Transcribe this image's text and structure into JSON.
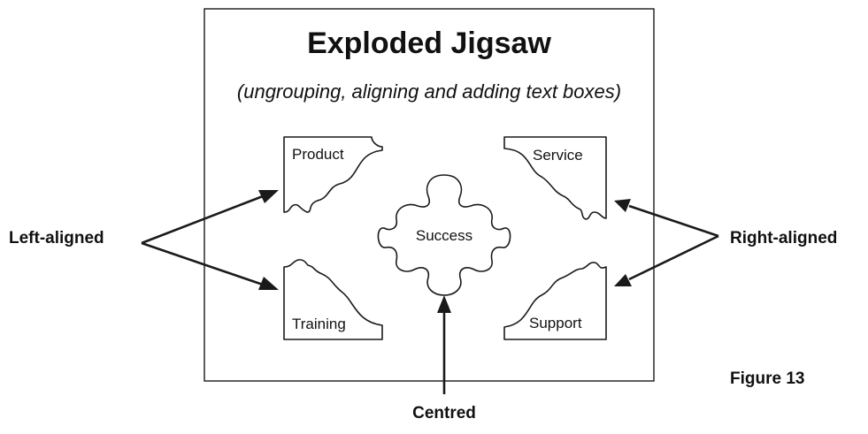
{
  "diagram": {
    "title": "Exploded Jigsaw",
    "subtitle": "(ungrouping, aligning and adding text boxes)",
    "pieces": {
      "product": "Product",
      "service": "Service",
      "success": "Success",
      "training": "Training",
      "support": "Support"
    },
    "callouts": {
      "left": "Left-aligned",
      "right": "Right-aligned",
      "centre": "Centred"
    },
    "figure_label": "Figure 13"
  }
}
